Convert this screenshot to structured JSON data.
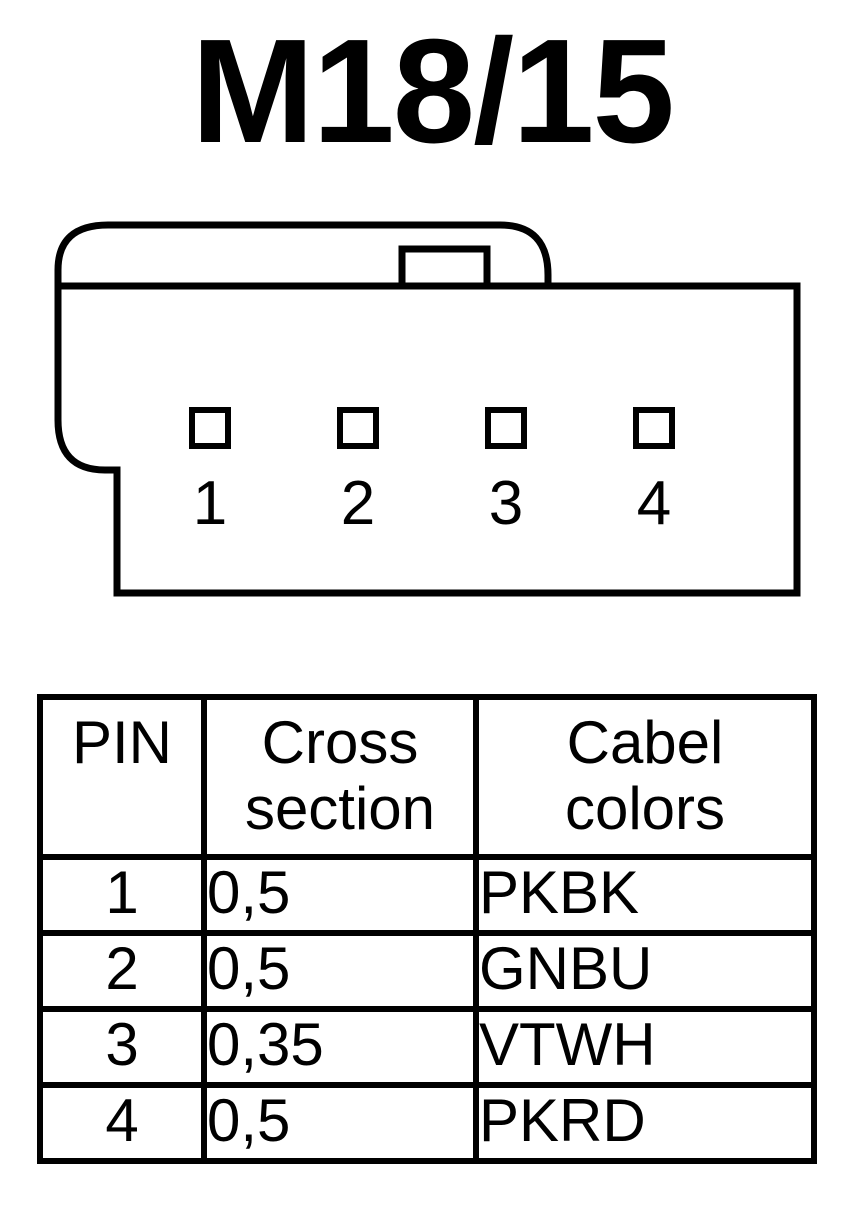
{
  "connector": {
    "title": "M18/15",
    "pins": [
      {
        "label": "1"
      },
      {
        "label": "2"
      },
      {
        "label": "3"
      },
      {
        "label": "4"
      }
    ],
    "line_color": "#000000",
    "background": "#ffffff"
  },
  "table": {
    "headers": {
      "pin": "PIN",
      "cross_line1": "Cross",
      "cross_line2": "section",
      "color_line1": "Cabel",
      "color_line2": "colors"
    },
    "rows": [
      {
        "pin": "1",
        "cross_section": "0,5",
        "cable_color": "PKBK"
      },
      {
        "pin": "2",
        "cross_section": "0,5",
        "cable_color": "GNBU"
      },
      {
        "pin": "3",
        "cross_section": "0,35",
        "cable_color": "VTWH"
      },
      {
        "pin": "4",
        "cross_section": "0,5",
        "cable_color": "PKRD"
      }
    ]
  }
}
